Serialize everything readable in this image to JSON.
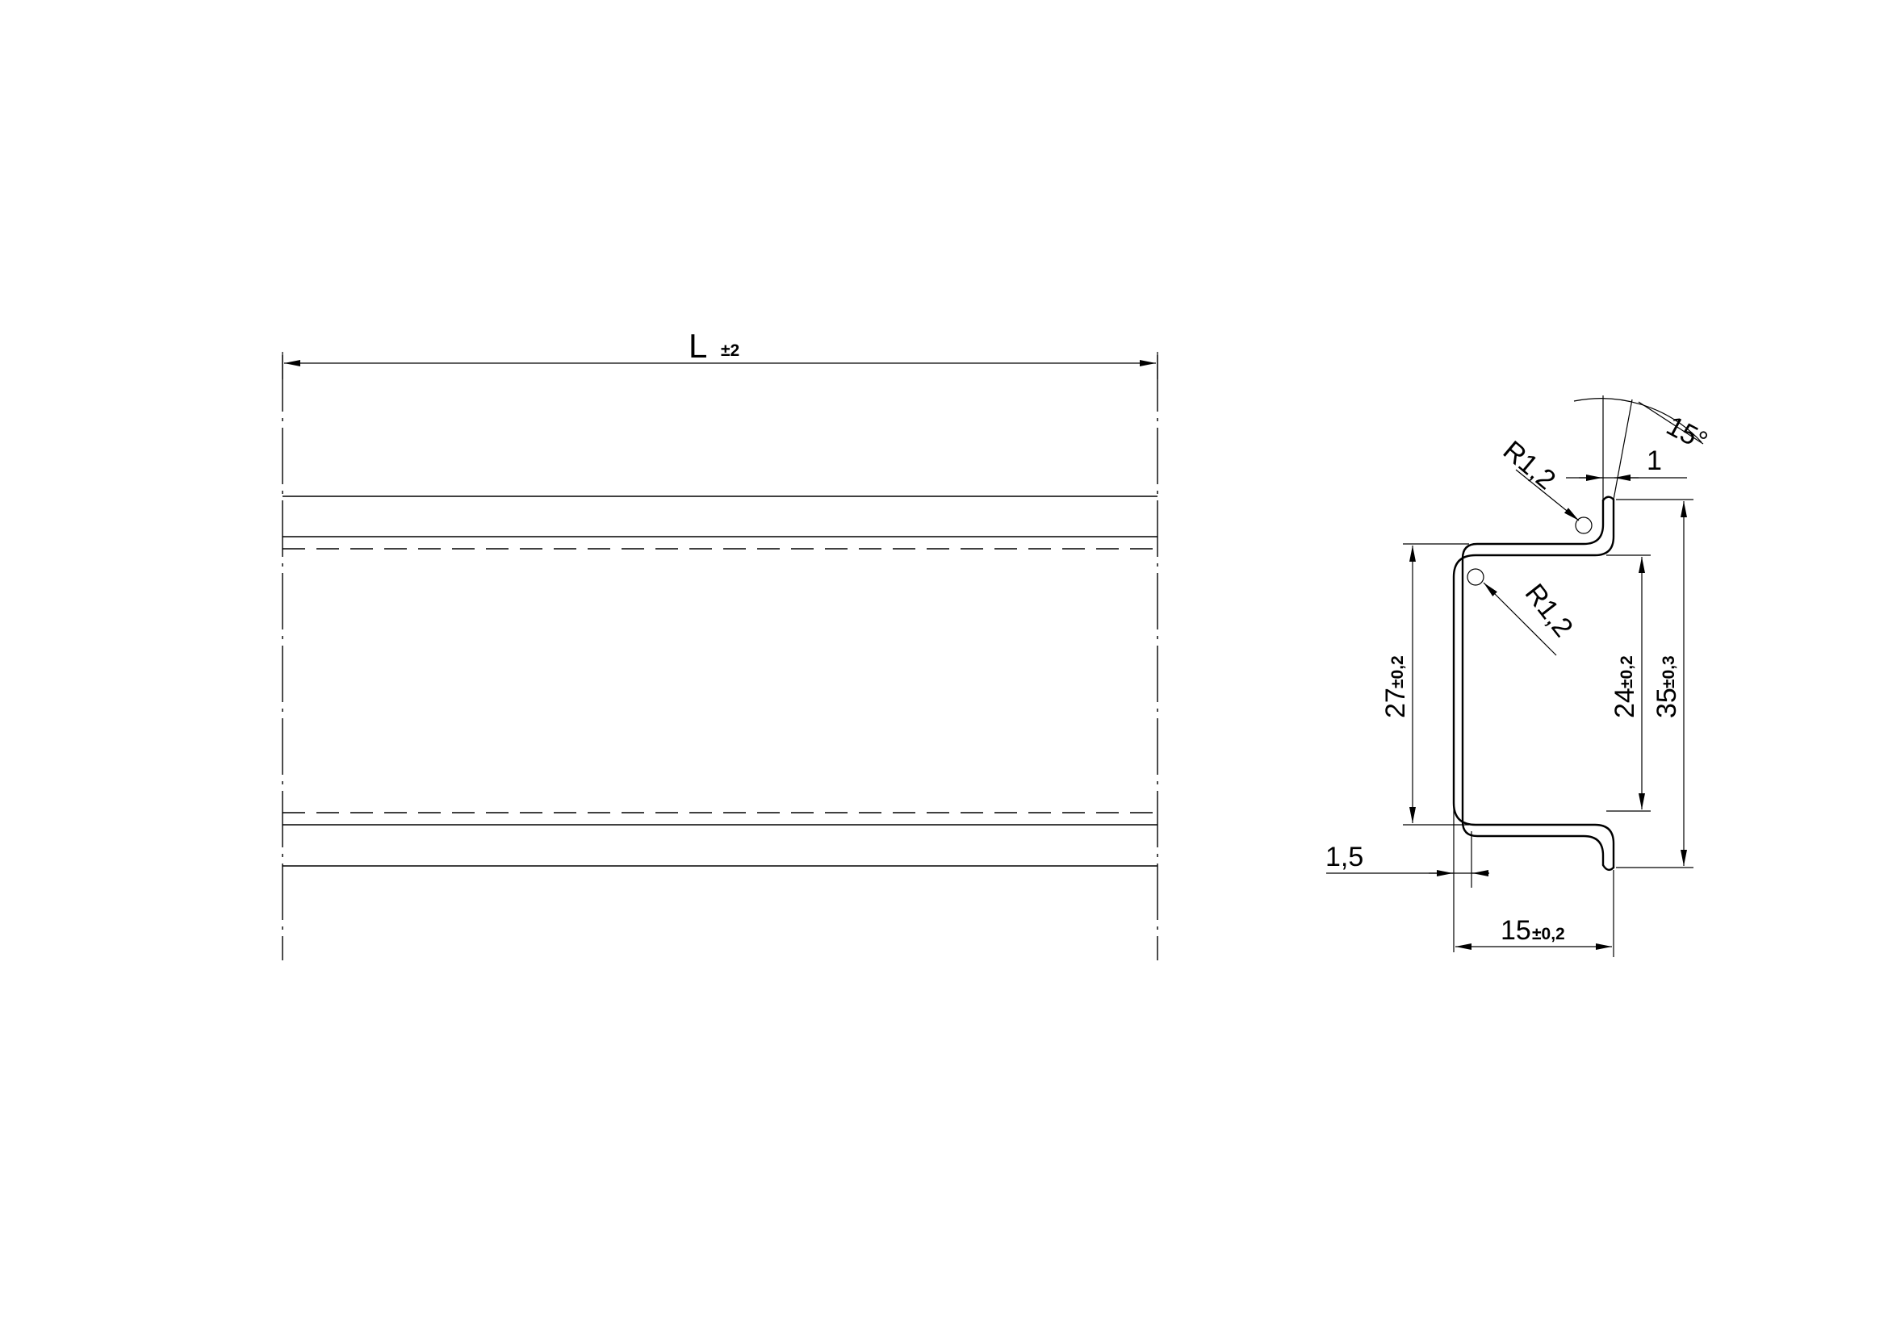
{
  "drawing": {
    "length_label": "L",
    "length_tol": "±2",
    "radius_top": "R1,2",
    "radius_inner": "R1,2",
    "angle": "15°",
    "lip_thickness": "1",
    "height_27": "27",
    "height_27_tol": "±0,2",
    "height_24": "24",
    "height_24_tol": "±0,2",
    "height_35": "35",
    "height_35_tol": "±0,3",
    "wall_thickness": "1,5",
    "width_15": "15",
    "width_15_tol": "±0,2"
  }
}
